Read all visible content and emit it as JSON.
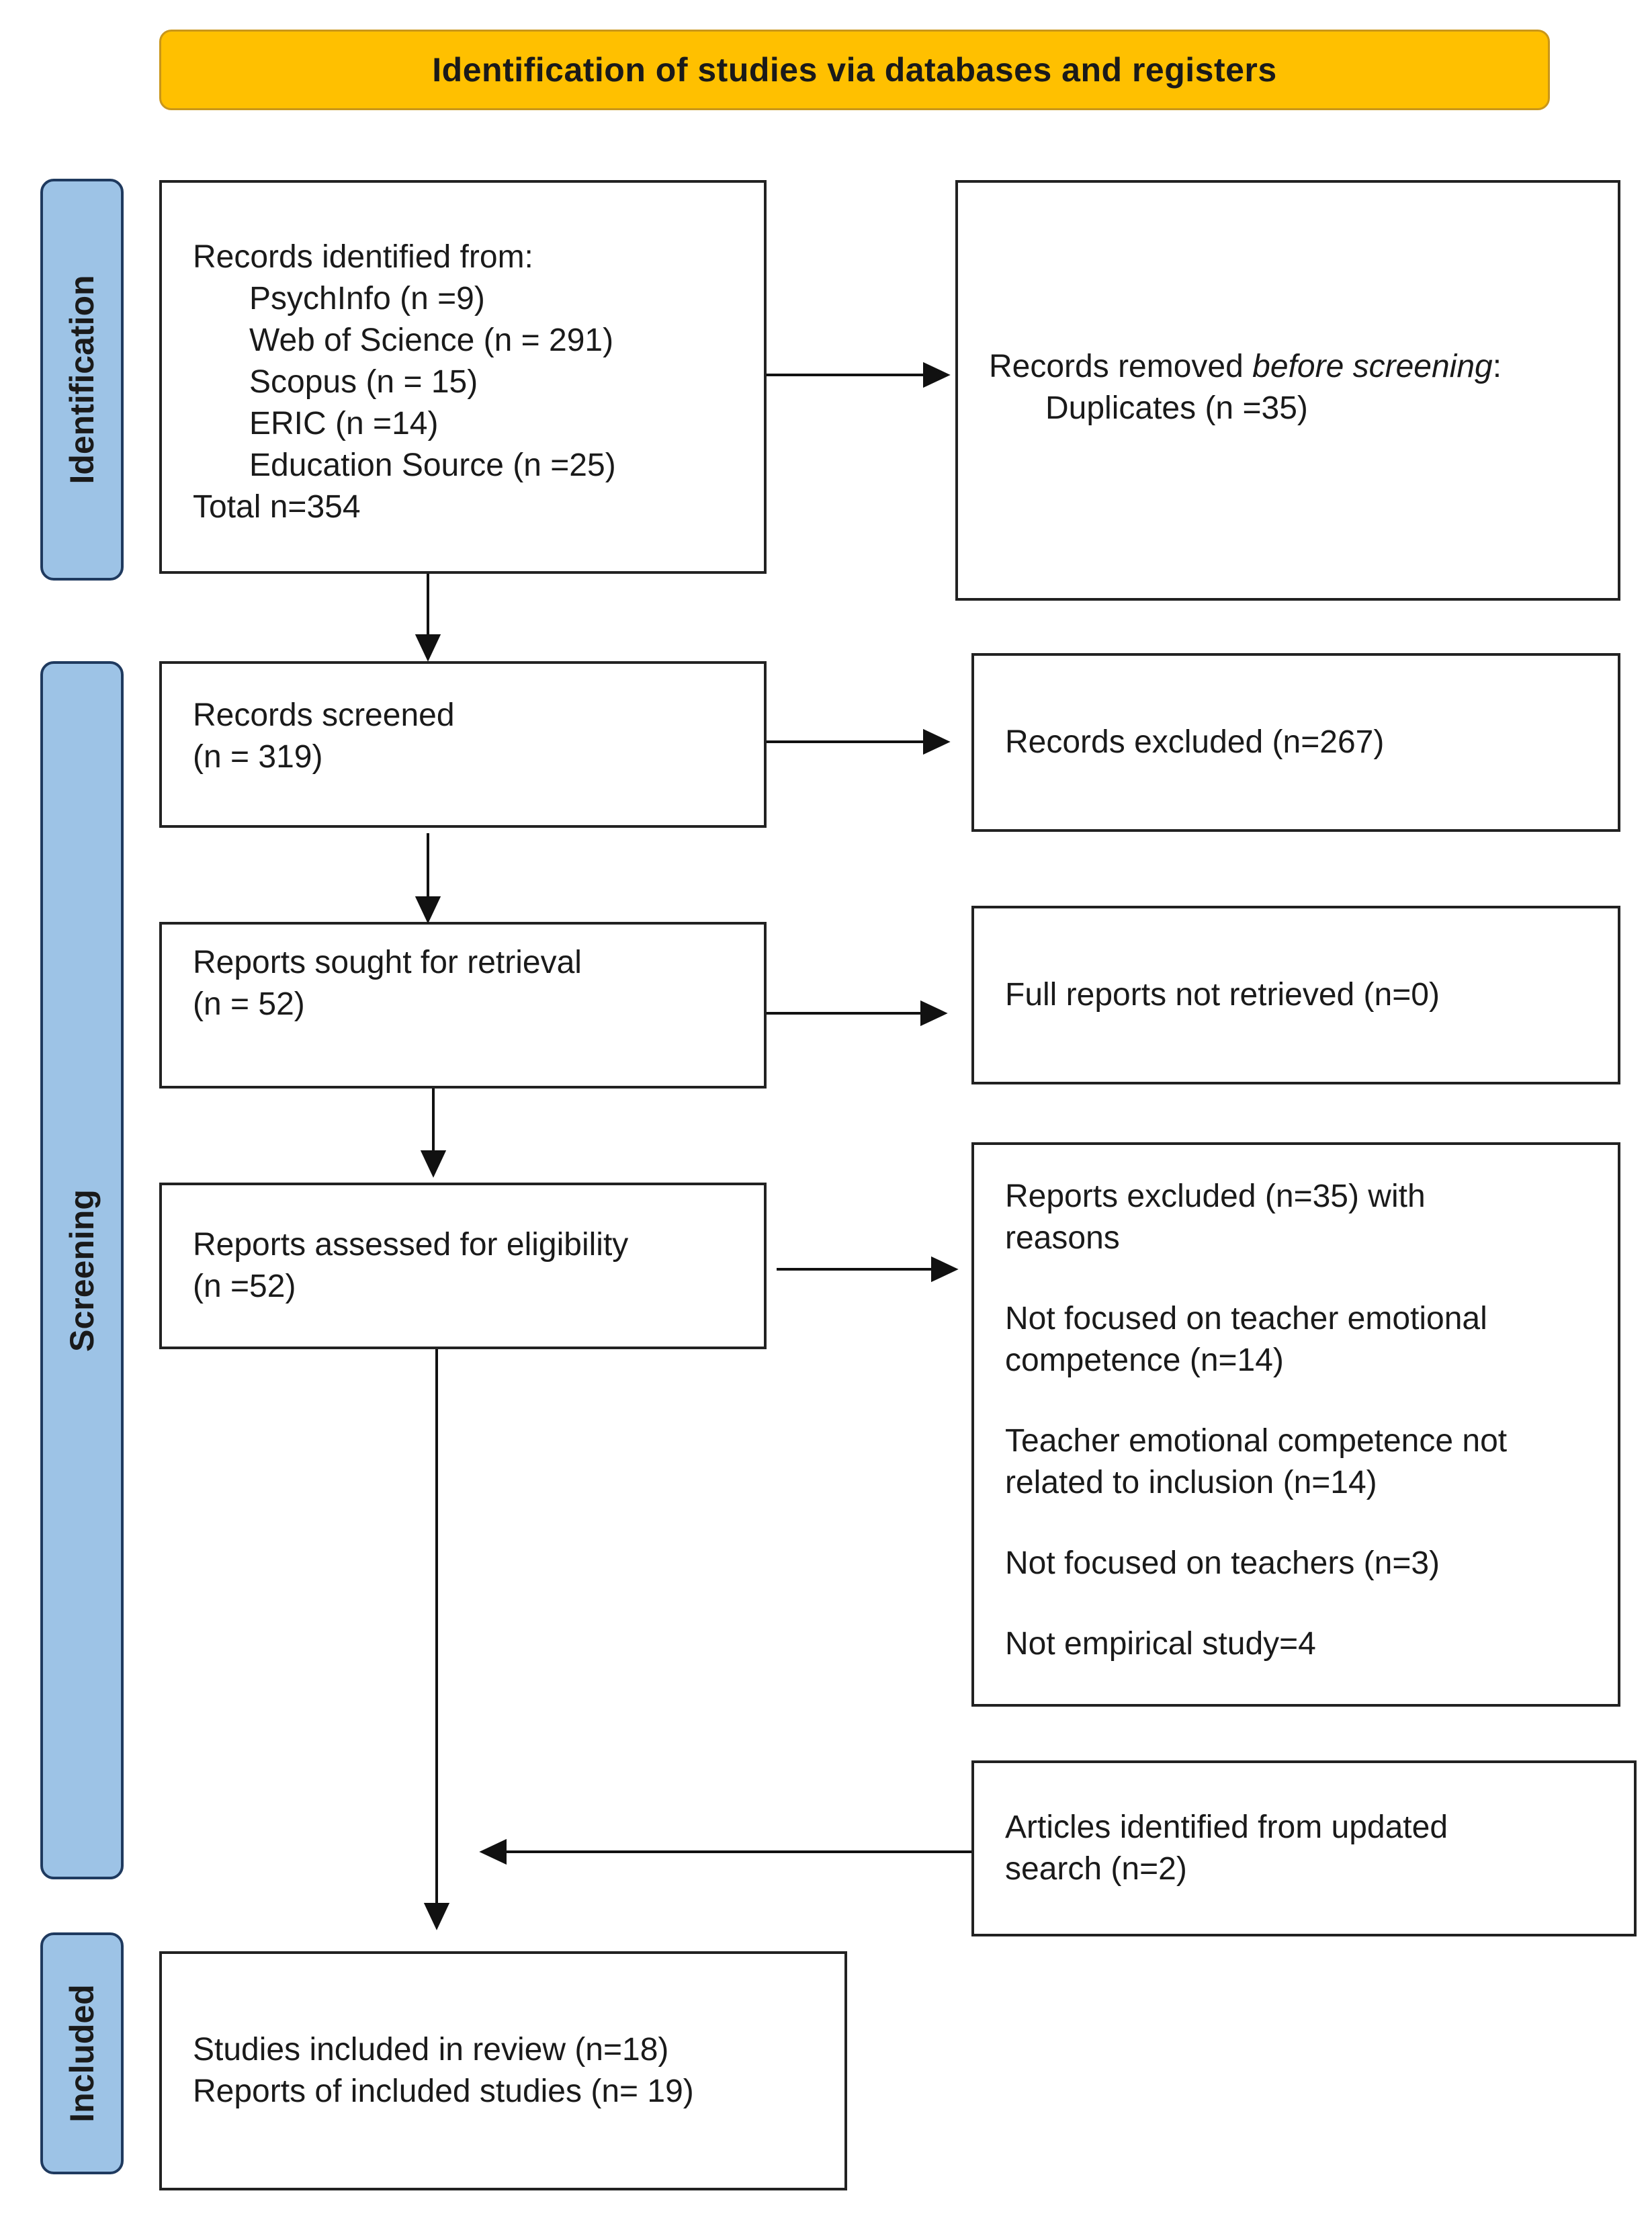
{
  "header": {
    "title": "Identification of studies via databases and registers"
  },
  "phases": {
    "identification": "Identification",
    "screening": "Screening",
    "included": "Included"
  },
  "identified": {
    "heading": "Records identified from:",
    "sources": [
      "PsychInfo (n =9)",
      "Web of Science (n = 291)",
      "Scopus (n = 15)",
      "ERIC (n =14)",
      "Education Source (n =25)"
    ],
    "total": "Total n=354"
  },
  "removed": {
    "prefix": "Records removed ",
    "emphasis": "before screening",
    "suffix": ":",
    "duplicates": "Duplicates (n =35)"
  },
  "screened": {
    "label": "Records screened",
    "count": "(n = 319)"
  },
  "excluded": {
    "label": "Records excluded (n=267)"
  },
  "sought": {
    "label": "Reports sought for retrieval",
    "count": "(n = 52)"
  },
  "not_retrieved": {
    "label": "Full reports not retrieved (n=0)"
  },
  "assessed": {
    "label": "Reports assessed for eligibility",
    "count": "(n =52)"
  },
  "reasons": {
    "heading": [
      "Reports excluded (n=35) with",
      "reasons"
    ],
    "items": [
      [
        "Not focused on teacher emotional",
        "competence (n=14)"
      ],
      [
        "Teacher emotional competence not",
        "related to inclusion (n=14)"
      ],
      [
        "Not focused on teachers (n=3)"
      ],
      [
        "Not empirical study=4"
      ]
    ]
  },
  "updated": {
    "lines": [
      "Articles identified from updated",
      "search (n=2)"
    ]
  },
  "included": {
    "lines": [
      "Studies included in review (n=18)",
      "Reports of included studies (n= 19)"
    ]
  }
}
